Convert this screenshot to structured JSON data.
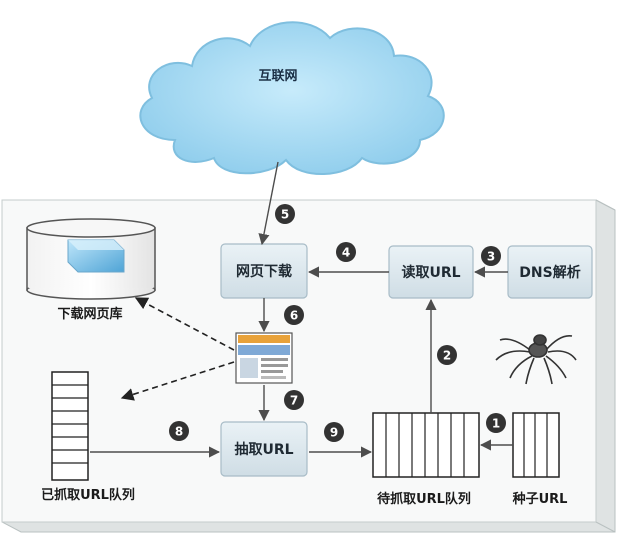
{
  "cloud": {
    "label": "互联网"
  },
  "nodes": {
    "download": "网页下载",
    "read_url": "读取URL",
    "dns": "DNS解析",
    "extract": "抽取URL"
  },
  "captions": {
    "page_store": "下载网页库",
    "crawled_queue": "已抓取URL队列",
    "pending_queue": "待抓取URL队列",
    "seed": "种子URL"
  },
  "steps": [
    "1",
    "2",
    "3",
    "4",
    "5",
    "6",
    "7",
    "8",
    "9"
  ],
  "colors": {
    "cloud_fill": "#a9dcf3",
    "cloud_stroke": "#7fbfdf",
    "box_fill": "#dce8ee",
    "box_stroke": "#a8bcc7",
    "panel_fill": "#f7f8f8",
    "panel_edge": "#c5cccc",
    "badge": "#333333",
    "arrow": "#4d4d4d"
  },
  "icons": [
    "cloud-icon",
    "database-icon",
    "webpage-thumbnail-icon",
    "spider-icon"
  ]
}
